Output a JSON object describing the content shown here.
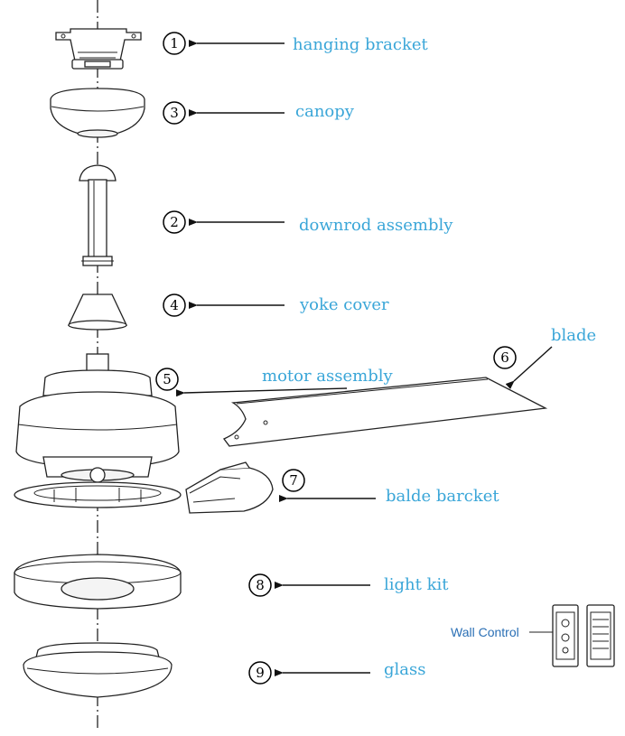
{
  "labels": {
    "hanging_bracket": "hanging bracket",
    "canopy": "canopy",
    "downrod_assembly": "downrod assembly",
    "yoke_cover": "yoke cover",
    "blade": "blade",
    "motor_assembly": "motor assembly",
    "balde_barcket": "balde barcket",
    "light_kit": "light kit",
    "glass": "glass",
    "wall_control": "Wall Control"
  },
  "numbers": {
    "hanging_bracket": "1",
    "canopy": "3",
    "downrod_assembly": "2",
    "yoke_cover": "4",
    "blade": "6",
    "motor_assembly": "5",
    "balde_barcket": "7",
    "light_kit": "8",
    "glass": "9"
  },
  "colors": {
    "label_text": "#3aa6d8",
    "wall_control_text": "#2a6fb5",
    "line": "#222222"
  }
}
